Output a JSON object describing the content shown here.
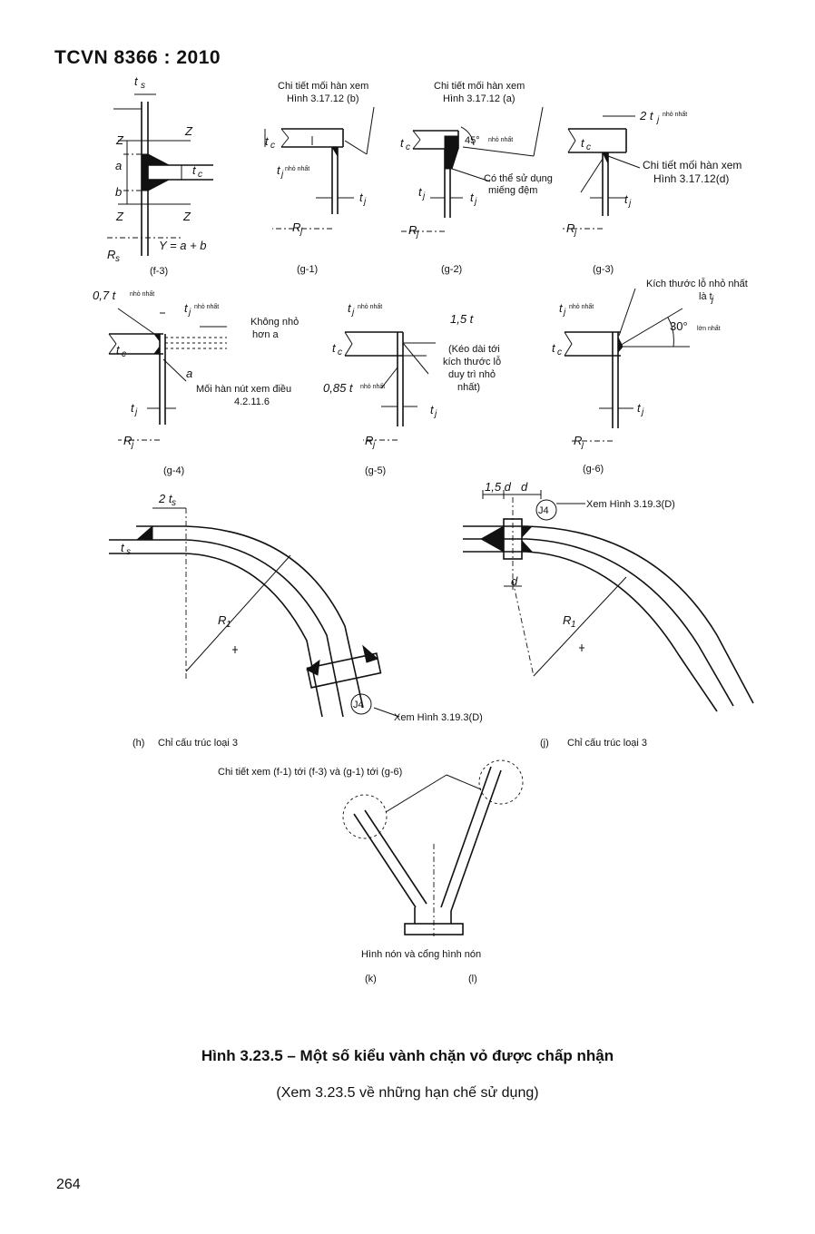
{
  "header": {
    "standard": "TCVN 8366 : 2010"
  },
  "figure": {
    "caption": "Hình 3.23.5 – Một số kiểu vành chặn vỏ được chấp nhận",
    "subcaption": "(Xem 3.23.5 về những hạn chế sử dụng)"
  },
  "page_number": "264",
  "panels": {
    "f3": {
      "tag": "(f-3)",
      "ts": "t",
      "ts_sub": "s",
      "Z": "Z",
      "a": "a",
      "b": "b",
      "tc": "t",
      "tc_sub": "c",
      "Rs": "R",
      "Rs_sub": "s",
      "eq": "Y = a + b"
    },
    "g1": {
      "tag": "(g-1)",
      "note1": "Chi tiết mối hàn xem",
      "note2": "Hình 3.17.12 (b)",
      "tc": "t",
      "tc_sub": "c",
      "tj": "t",
      "tj_sub": "j",
      "min": "nhỏ nhất",
      "Rj": "R",
      "Rj_sub": "j"
    },
    "g2": {
      "tag": "(g-2)",
      "note1": "Chi tiết mối hàn xem",
      "note2": "Hình 3.17.12 (a)",
      "angle": "45°",
      "min": "nhỏ nhất",
      "pad1": "Có thể sử dụng",
      "pad2": "miếng đệm",
      "tc": "t",
      "tc_sub": "c",
      "tj": "t",
      "tj_sub": "j",
      "Rj": "R",
      "Rj_sub": "j"
    },
    "g3": {
      "tag": "(g-3)",
      "dim": "2 t",
      "dim_sub": "j",
      "min": "nhỏ nhất",
      "note1": "Chi tiết mối hàn xem",
      "note2": "Hình 3.17.12(d)",
      "tc": "t",
      "tc_sub": "c",
      "tj": "t",
      "tj_sub": "j",
      "Rj": "R",
      "Rj_sub": "j"
    },
    "g4": {
      "tag": "(g-4)",
      "dim": "0,7 t",
      "min": "nhỏ nhất",
      "tj": "t",
      "tj_sub": "j",
      "n1": "Không nhỏ",
      "n2": "hơn a",
      "tc": "t",
      "tc_sub": "c",
      "a": "a",
      "p1": "Mối hàn nút xem điều",
      "p2": "4.2.11.6",
      "Rj": "R",
      "Rj_sub": "j"
    },
    "g5": {
      "tag": "(g-5)",
      "tj": "t",
      "tj_sub": "j",
      "min": "nhỏ nhất",
      "dim": "1,5 t",
      "n1": "(Kéo dài tới",
      "n2": "kích thước lỗ",
      "n3": "duy trì nhỏ",
      "n4": "nhất)",
      "tc": "t",
      "tc_sub": "c",
      "dim2": "0,85 t",
      "Rj": "R",
      "Rj_sub": "j"
    },
    "g6": {
      "tag": "(g-6)",
      "n1": "Kích thước lỗ nhỏ nhất",
      "n2": "là t",
      "n2_sub": "j",
      "tj": "t",
      "tj_sub": "j",
      "min": "nhỏ nhất",
      "angle": "30°",
      "max": "lớn nhất",
      "tc": "t",
      "tc_sub": "c",
      "Rj": "R",
      "Rj_sub": "j"
    },
    "h": {
      "tag": "(h)",
      "note": "Chỉ cấu trúc loại 3",
      "dim": "2 t",
      "dim_sub": "s",
      "ts": "t",
      "ts_sub": "s",
      "R1": "R",
      "R1_sub": "1",
      "j4": "J4",
      "ref": "Xem Hình 3.19.3(D)"
    },
    "j": {
      "tag": "(j)",
      "note": "Chỉ cấu trúc loại 3",
      "d1": "1,5 d",
      "d2": "d",
      "d3": "d",
      "j4": "J4",
      "ref": "Xem Hình 3.19.3(D)",
      "R1": "R",
      "R1_sub": "1"
    },
    "kl": {
      "note": "Chi tiết xem (f-1) tới (f-3) và (g-1) tới (g-6)",
      "label": "Hình nón và cổng hình nón",
      "k": "(k)",
      "l": "(l)"
    }
  }
}
